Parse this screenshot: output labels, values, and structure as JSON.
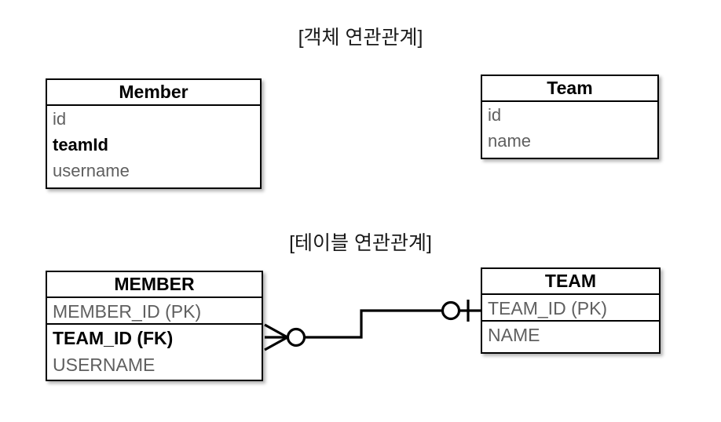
{
  "diagram": {
    "type": "erd-comparison",
    "background_color": "#ffffff",
    "line_color": "#000000",
    "muted_text_color": "#5f5f5f",
    "strong_text_color": "#000000"
  },
  "sections": {
    "object": {
      "title": "[객체 연관관계]",
      "entities": [
        {
          "name": "member",
          "header": "Member",
          "fields": [
            {
              "label": "id",
              "emphasis": false,
              "separator": false
            },
            {
              "label": "teamId",
              "emphasis": true,
              "separator": false
            },
            {
              "label": "username",
              "emphasis": false,
              "separator": false
            }
          ]
        },
        {
          "name": "team",
          "header": "Team",
          "fields": [
            {
              "label": "id",
              "emphasis": false,
              "separator": false
            },
            {
              "label": "name",
              "emphasis": false,
              "separator": false
            }
          ]
        }
      ]
    },
    "table": {
      "title": "[테이블 연관관계]",
      "entities": [
        {
          "name": "member",
          "header": "MEMBER",
          "fields": [
            {
              "label": "MEMBER_ID (PK)",
              "emphasis": false,
              "separator": true
            },
            {
              "label": "TEAM_ID (FK)",
              "emphasis": true,
              "separator": false
            },
            {
              "label": "USERNAME",
              "emphasis": false,
              "separator": false
            }
          ]
        },
        {
          "name": "team",
          "header": "TEAM",
          "fields": [
            {
              "label": "TEAM_ID (PK)",
              "emphasis": false,
              "separator": true
            },
            {
              "label": "NAME",
              "emphasis": false,
              "separator": false
            }
          ]
        }
      ],
      "relationship": {
        "from": "MEMBER.TEAM_ID (FK)",
        "to": "TEAM.TEAM_ID (PK)",
        "from_cardinality": "zero-or-many",
        "to_cardinality": "zero-or-one",
        "notation": "crows-foot"
      }
    }
  }
}
